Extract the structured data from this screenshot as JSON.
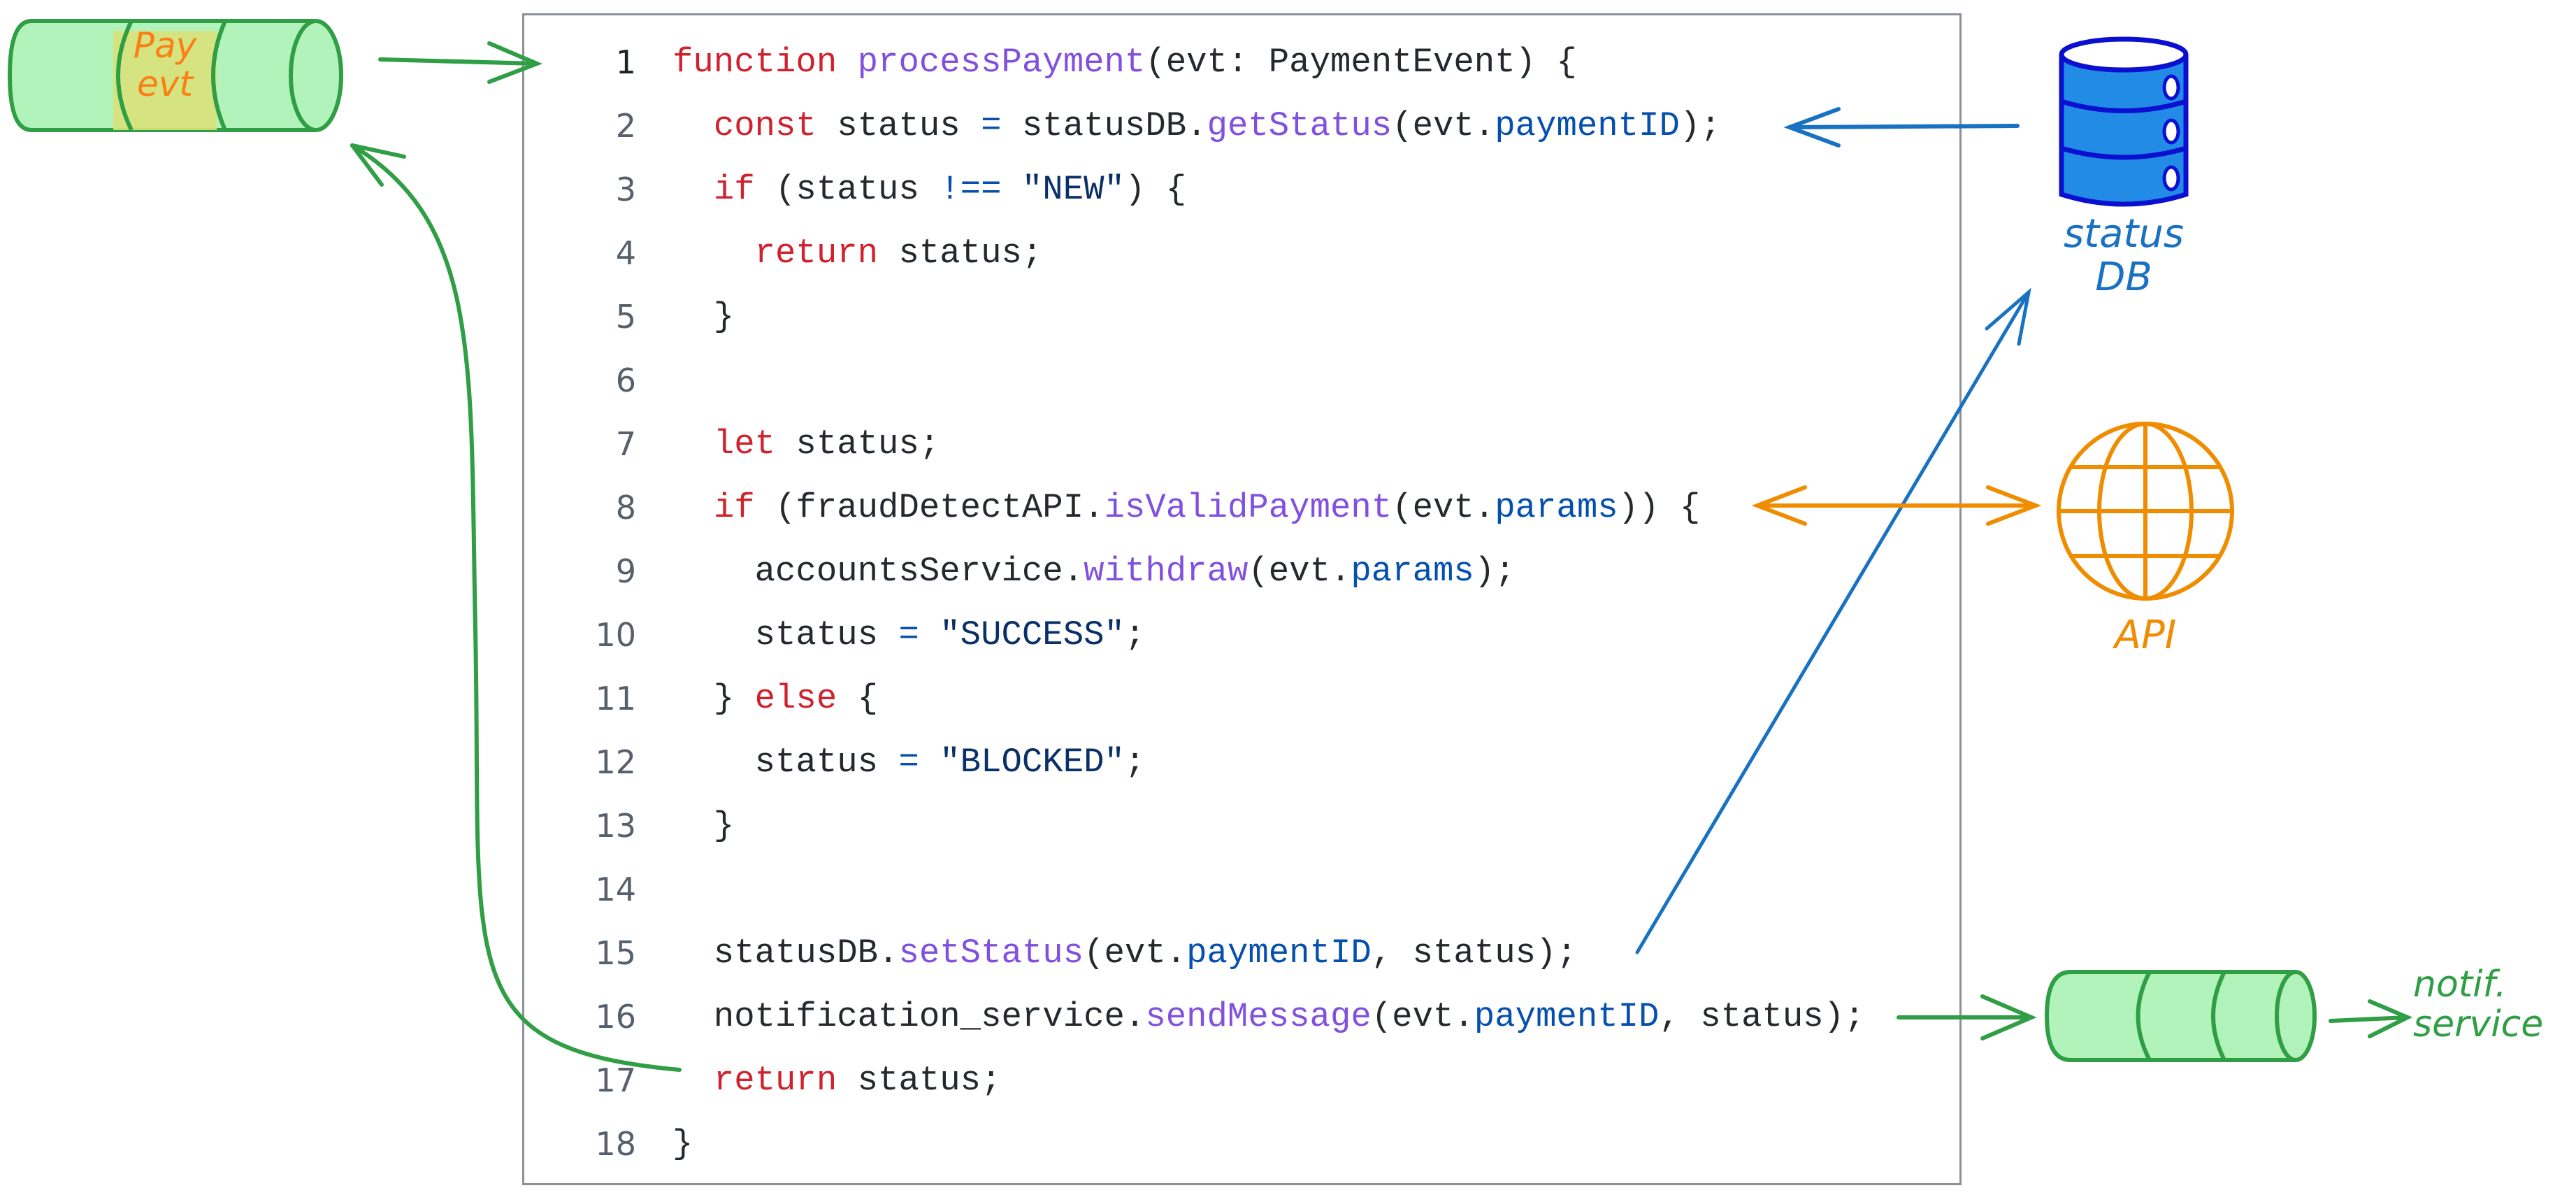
{
  "diagram": {
    "colors": {
      "green_stroke": "#2f9e44",
      "green_fill": "#b2f2bb",
      "payload_highlight": "#d8e27a",
      "orange": "#f08c00",
      "payload_text": "#fd7e14",
      "blue_stroke": "#1971c2",
      "db_fill": "#228be6",
      "db_outline": "#0b10d0",
      "code_border": "#8a9099",
      "keyword": "#cf222e",
      "function": "#8250df",
      "property": "#0550ae",
      "string": "#0a3069",
      "text": "#24292f",
      "line_number": "#57606a"
    },
    "input_queue": {
      "label_line1": "Pay",
      "label_line2": "evt",
      "icon": "queue-cylinder-icon"
    },
    "status_db": {
      "label_line1": "status",
      "label_line2": "DB",
      "icon": "database-icon"
    },
    "api": {
      "label": "API",
      "icon": "globe-icon"
    },
    "notif_queue": {
      "label_line1": "notif.",
      "label_line2": "service",
      "icon": "queue-cylinder-icon"
    }
  },
  "code": {
    "active_line": 1,
    "lines": [
      {
        "n": "1",
        "tokens": [
          [
            "kw",
            "function"
          ],
          [
            "plain",
            " "
          ],
          [
            "fn",
            "processPayment"
          ],
          [
            "plain",
            "(evt: PaymentEvent) {"
          ]
        ]
      },
      {
        "n": "2",
        "tokens": [
          [
            "plain",
            "  "
          ],
          [
            "kw",
            "const"
          ],
          [
            "plain",
            " status "
          ],
          [
            "op",
            "="
          ],
          [
            "plain",
            " statusDB."
          ],
          [
            "fn",
            "getStatus"
          ],
          [
            "plain",
            "(evt."
          ],
          [
            "prop",
            "paymentID"
          ],
          [
            "plain",
            ");"
          ]
        ]
      },
      {
        "n": "3",
        "tokens": [
          [
            "plain",
            "  "
          ],
          [
            "kw",
            "if"
          ],
          [
            "plain",
            " (status "
          ],
          [
            "op",
            "!=="
          ],
          [
            "plain",
            " "
          ],
          [
            "str",
            "\"NEW\""
          ],
          [
            "plain",
            ") {"
          ]
        ]
      },
      {
        "n": "4",
        "tokens": [
          [
            "plain",
            "    "
          ],
          [
            "kw",
            "return"
          ],
          [
            "plain",
            " status;"
          ]
        ]
      },
      {
        "n": "5",
        "tokens": [
          [
            "plain",
            "  }"
          ]
        ]
      },
      {
        "n": "6",
        "tokens": []
      },
      {
        "n": "7",
        "tokens": [
          [
            "plain",
            "  "
          ],
          [
            "kw",
            "let"
          ],
          [
            "plain",
            " status;"
          ]
        ]
      },
      {
        "n": "8",
        "tokens": [
          [
            "plain",
            "  "
          ],
          [
            "kw",
            "if"
          ],
          [
            "plain",
            " (fraudDetectAPI."
          ],
          [
            "fn",
            "isValidPayment"
          ],
          [
            "plain",
            "(evt."
          ],
          [
            "prop",
            "params"
          ],
          [
            "plain",
            ")) {"
          ]
        ]
      },
      {
        "n": "9",
        "tokens": [
          [
            "plain",
            "    accountsService."
          ],
          [
            "fn",
            "withdraw"
          ],
          [
            "plain",
            "(evt."
          ],
          [
            "prop",
            "params"
          ],
          [
            "plain",
            ");"
          ]
        ]
      },
      {
        "n": "10",
        "tokens": [
          [
            "plain",
            "    status "
          ],
          [
            "op",
            "="
          ],
          [
            "plain",
            " "
          ],
          [
            "str",
            "\"SUCCESS\""
          ],
          [
            "plain",
            ";"
          ]
        ]
      },
      {
        "n": "11",
        "tokens": [
          [
            "plain",
            "  } "
          ],
          [
            "kw",
            "else"
          ],
          [
            "plain",
            " {"
          ]
        ]
      },
      {
        "n": "12",
        "tokens": [
          [
            "plain",
            "    status "
          ],
          [
            "op",
            "="
          ],
          [
            "plain",
            " "
          ],
          [
            "str",
            "\"BLOCKED\""
          ],
          [
            "plain",
            ";"
          ]
        ]
      },
      {
        "n": "13",
        "tokens": [
          [
            "plain",
            "  }"
          ]
        ]
      },
      {
        "n": "14",
        "tokens": []
      },
      {
        "n": "15",
        "tokens": [
          [
            "plain",
            "  statusDB."
          ],
          [
            "fn",
            "setStatus"
          ],
          [
            "plain",
            "(evt."
          ],
          [
            "prop",
            "paymentID"
          ],
          [
            "plain",
            ", status);"
          ]
        ]
      },
      {
        "n": "16",
        "tokens": [
          [
            "plain",
            "  notification_service."
          ],
          [
            "fn",
            "sendMessage"
          ],
          [
            "plain",
            "(evt."
          ],
          [
            "prop",
            "paymentID"
          ],
          [
            "plain",
            ", status);"
          ]
        ]
      },
      {
        "n": "17",
        "tokens": [
          [
            "plain",
            "  "
          ],
          [
            "kw",
            "return"
          ],
          [
            "plain",
            " status;"
          ]
        ]
      },
      {
        "n": "18",
        "tokens": [
          [
            "plain",
            "}"
          ]
        ]
      }
    ]
  },
  "arrows": [
    {
      "from": "input_queue",
      "to": "code_line_1",
      "color": "green"
    },
    {
      "from": "status_db",
      "to": "code_line_2",
      "color": "blue"
    },
    {
      "from": "code_line_8",
      "to": "api",
      "color": "orange",
      "bidirectional": true
    },
    {
      "from": "code_line_15",
      "to": "status_db",
      "color": "blue"
    },
    {
      "from": "code_line_16",
      "to": "notif_queue",
      "color": "green"
    },
    {
      "from": "notif_queue",
      "to": "notif_service_label",
      "color": "green"
    },
    {
      "from": "code_line_17",
      "to": "input_queue",
      "color": "green"
    }
  ]
}
